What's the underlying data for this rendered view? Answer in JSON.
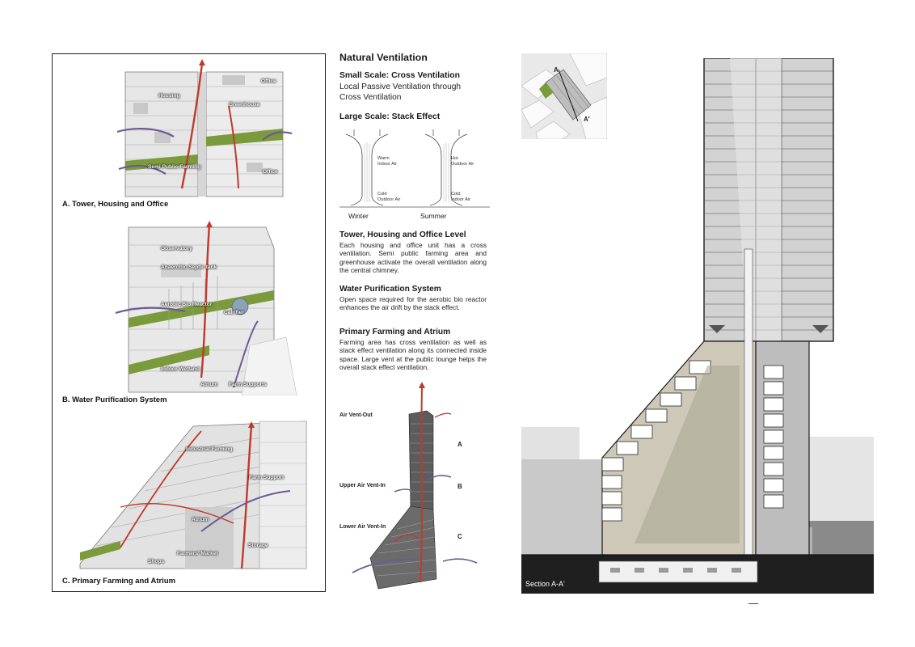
{
  "left_panel": {
    "sections": [
      {
        "caption": "A. Tower, Housing and Office",
        "labels": {
          "housing": "Housing",
          "office_top": "Office",
          "greenhouse": "Greenhouse",
          "semi_public_farming": "Semi Public Farming",
          "office_bottom": "Office"
        }
      },
      {
        "caption": "B. Water Purification System",
        "labels": {
          "observatory": "Observatory",
          "anaerobic": "Anaerobic Septic tank",
          "aerobic": "Aerobic Bio Reactor",
          "calrifier": "Calrifier",
          "wetland": "Indoor Wetland",
          "atrium": "Atrium",
          "farm_supports": "Farm Supports"
        }
      },
      {
        "caption": "C. Primary Farming and Atrium",
        "labels": {
          "industrial_farming": "Industrial Farming",
          "farm_support": "Farm Support",
          "atrium": "Atrium",
          "farmers_market": "Farmers' Market",
          "shops": "Shops",
          "storage": "Storage"
        }
      }
    ]
  },
  "text": {
    "title": "Natural Ventilation",
    "small_scale_heading": "Small Scale: Cross Ventilation",
    "small_scale_body": "Local Passive Ventilation through Cross Ventilation",
    "large_scale_heading": "Large Scale: Stack Effect",
    "diagram": {
      "winter_label": "Winter",
      "summer_label": "Summer",
      "winter_warm": "Warm\nIndoor Air",
      "winter_cold": "Cold\nOutdoor Air",
      "summer_hot": "Hot\nOutdoor Air",
      "summer_cold": "Cold\nIndoor Air"
    },
    "tower_heading": "Tower, Housing and Office Level",
    "tower_body": "Each housing and office unit has a cross ventilation. Semi public farming area and greenhouse activate the overall ventilation along the central chimney.",
    "water_heading": "Water Purification System",
    "water_body": "Open space required for the aerobic bio reactor enhances the air drift by the stack effect.",
    "farming_heading": "Primary Farming and Atrium",
    "farming_body": "Farming area has cross ventilation as well as stack effect ventilation along its connected inside space. Large vent at the public lounge helps the overall stack effect ventilation."
  },
  "vent_diagram": {
    "air_vent_out": "Air Vent-Out",
    "upper_air_vent_in": "Upper Air Vent-In",
    "lower_air_vent_in": "Lower Air Vent-In",
    "zone_a": "A",
    "zone_b": "B",
    "zone_c": "C"
  },
  "key_plan": {
    "marker_a1": "A",
    "marker_a2": "A'"
  },
  "section": {
    "label": "Section A-A'"
  },
  "colors": {
    "arrow_red": "#c0392b",
    "arrow_purple": "#6b5b95",
    "green_roof": "#7a9a3c",
    "frame": "#222222"
  }
}
